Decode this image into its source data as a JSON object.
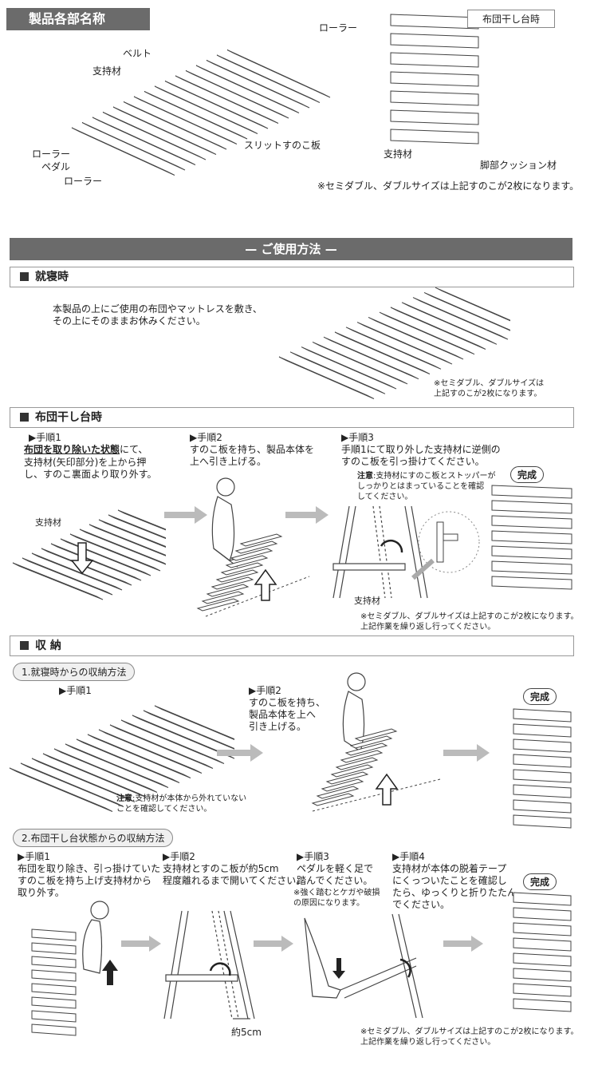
{
  "header": {
    "parts_title": "製品各部名称"
  },
  "parts": {
    "roller_top": "ローラー",
    "belt": "ベルト",
    "support": "支持材",
    "roller_left": "ローラー",
    "pedal": "ペダル",
    "roller_bottom": "ローラー",
    "slit_board": "スリットすのこ板",
    "futon_mode": "布団干し台時",
    "support_right": "支持材",
    "cushion": "脚部クッション材",
    "note": "※セミダブル、ダブルサイズは上記すのこが2枚になります。"
  },
  "usage": {
    "title": "— ご使用方法 —",
    "sleep": {
      "heading": "就寝時",
      "text": "本製品の上にご使用の布団やマットレスを敷き、\nその上にそのままお休みください。",
      "note": "※セミダブル、ダブルサイズは\n上記すのこが2枚になります。"
    },
    "futon": {
      "heading": "布団干し台時",
      "step1_title": "▶手順1",
      "step1_bold": "布団を取り除いた状態",
      "step1_text1": "にて、",
      "step1_text2": "支持材(矢印部分)を上から押\nし、すのこ裏面より取り外す。",
      "step1_label": "支持材",
      "step2_title": "▶手順2",
      "step2_text": "すのこ板を持ち、製品本体を\n上へ引き上げる。",
      "step3_title": "▶手順3",
      "step3_text": "手順1にて取り外した支持材に逆側の\nすのこ板を引っ掛けてください。",
      "caution_label": "注意",
      "caution_text": ":支持材にすのこ板とストッパーが\nしっかりとはまっていることを確認\nしてください。",
      "step3_label": "支持材",
      "done": "完成",
      "note": "※セミダブル、ダブルサイズは上記すのこが2枚になります。\n上記作業を繰り返し行ってください。"
    },
    "storage": {
      "heading": "収 納",
      "sub1": "1.就寝時からの収納方法",
      "s1_step1": "▶手順1",
      "s1_step2_title": "▶手順2",
      "s1_step2_text": "すのこ板を持ち、\n製品本体を上へ\n引き上げる。",
      "s1_caution_label": "注意",
      "s1_caution_text": ":支持材が本体から外れていない\nことを確認してください。",
      "s1_done": "完成",
      "sub2": "2.布団干し台状態からの収納方法",
      "s2_step1_title": "▶手順1",
      "s2_step1_text": "布団を取り除き、引っ掛けていた\nすのこ板を持ち上げ支持材から\n取り外す。",
      "s2_step2_title": "▶手順2",
      "s2_step2_text": "支持材とすのこ板が約5cm\n程度離れるまで開いてください。",
      "s2_step3_title": "▶手順3",
      "s2_step3_text": "ペダルを軽く足で\n踏んでください。",
      "s2_step3_warn": "※強く踏むとケガや破損\nの原因になります。",
      "s2_step4_title": "▶手順4",
      "s2_step4_text": "支持材が本体の脱着テープ\nにくっついたことを確認し\nたら、ゆっくりと折りたたん\nでください。",
      "s2_done": "完成",
      "gap_label": "約5cm",
      "note": "※セミダブル、ダブルサイズは上記すのこが2枚になります。\n上記作業を繰り返し行ってください。"
    }
  }
}
